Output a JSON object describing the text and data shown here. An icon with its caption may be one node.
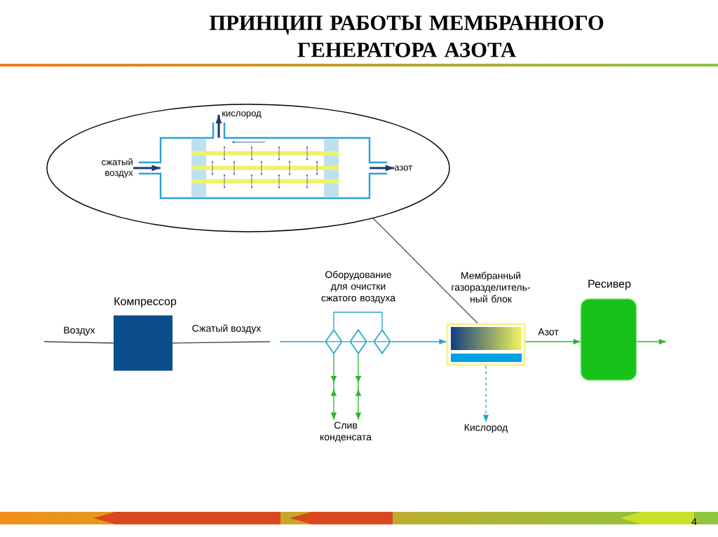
{
  "diagram": {
    "title": "ПРИНЦИП РАБОТЫ МЕМБРАННОГО ГЕНЕРАТОРА АЗОТА",
    "nodes": [
      {
        "text": [],
        "shape": "ellipse"
      },
      {
        "text": [],
        "shape": "box",
        "in": 0
      },
      {
        "text": [
          "сжатый воздух"
        ],
        "in": 0
      },
      {
        "text": [
          "кислород"
        ],
        "in": 0
      },
      {
        "text": [
          "азот"
        ],
        "in": 0
      },
      {
        "text": [
          "Компрессор"
        ]
      },
      {
        "text": [],
        "shape": "diamond"
      },
      {
        "text": [],
        "shape": "diamond"
      },
      {
        "text": [],
        "shape": "diamond"
      },
      {
        "text": [
          "Мембранный газоразделитель- ный блок"
        ]
      },
      {
        "text": [
          "Ресивер"
        ]
      },
      {
        "text": [
          "Слив конденсата"
        ]
      },
      {
        "text": [
          "Кислород"
        ]
      }
    ],
    "edges": [
      {
        "from": 2,
        "to": 1,
        "arrow": "to",
        "style": "thick",
        "color": "#1f3a6e"
      },
      {
        "from": 1,
        "to": 3,
        "arrow": "to",
        "style": "thick",
        "color": "#1f3a6e"
      },
      {
        "from": 1,
        "to": 4,
        "arrow": "to",
        "style": "thick",
        "color": "#1f3a6e"
      },
      {
        "from": null,
        "to": 5,
        "arrow": "none",
        "label": "Воздух",
        "color": "#444444"
      },
      {
        "from": 5,
        "to": null,
        "arrow": "none",
        "label": "Сжатый воздух",
        "color": "#444444"
      },
      {
        "from": null,
        "to": 6,
        "arrow": "none",
        "color": "#27a3cf"
      },
      {
        "from": 6,
        "to": 7,
        "arrow": "none",
        "color": "#27a3cf"
      },
      {
        "from": 7,
        "to": 8,
        "arrow": "none",
        "color": "#27a3cf"
      },
      {
        "from": 6,
        "to": 8,
        "arrow": "none",
        "color": "#27a3cf"
      },
      {
        "from": 8,
        "to": 9,
        "arrow": "to",
        "color": "#27a3cf"
      },
      {
        "from": 6,
        "to": 11,
        "arrow": "to",
        "color": "#2fb52f"
      },
      {
        "from": 7,
        "to": 11,
        "arrow": "to",
        "color": "#2fb52f"
      },
      {
        "from": 9,
        "to": 12,
        "arrow": "to",
        "style": "dashed",
        "color": "#27a3cf"
      },
      {
        "from": 9,
        "to": 10,
        "arrow": "to",
        "label": "Азот",
        "color": "#2fb52f"
      },
      {
        "from": 10,
        "to": null,
        "arrow": "to",
        "color": "#2fb52f"
      },
      {
        "from": 9,
        "to": 0,
        "arrow": "none",
        "color": "#555555"
      }
    ],
    "labels": [
      "Оборудование для очистки сжатого воздуха",
      "4"
    ]
  }
}
